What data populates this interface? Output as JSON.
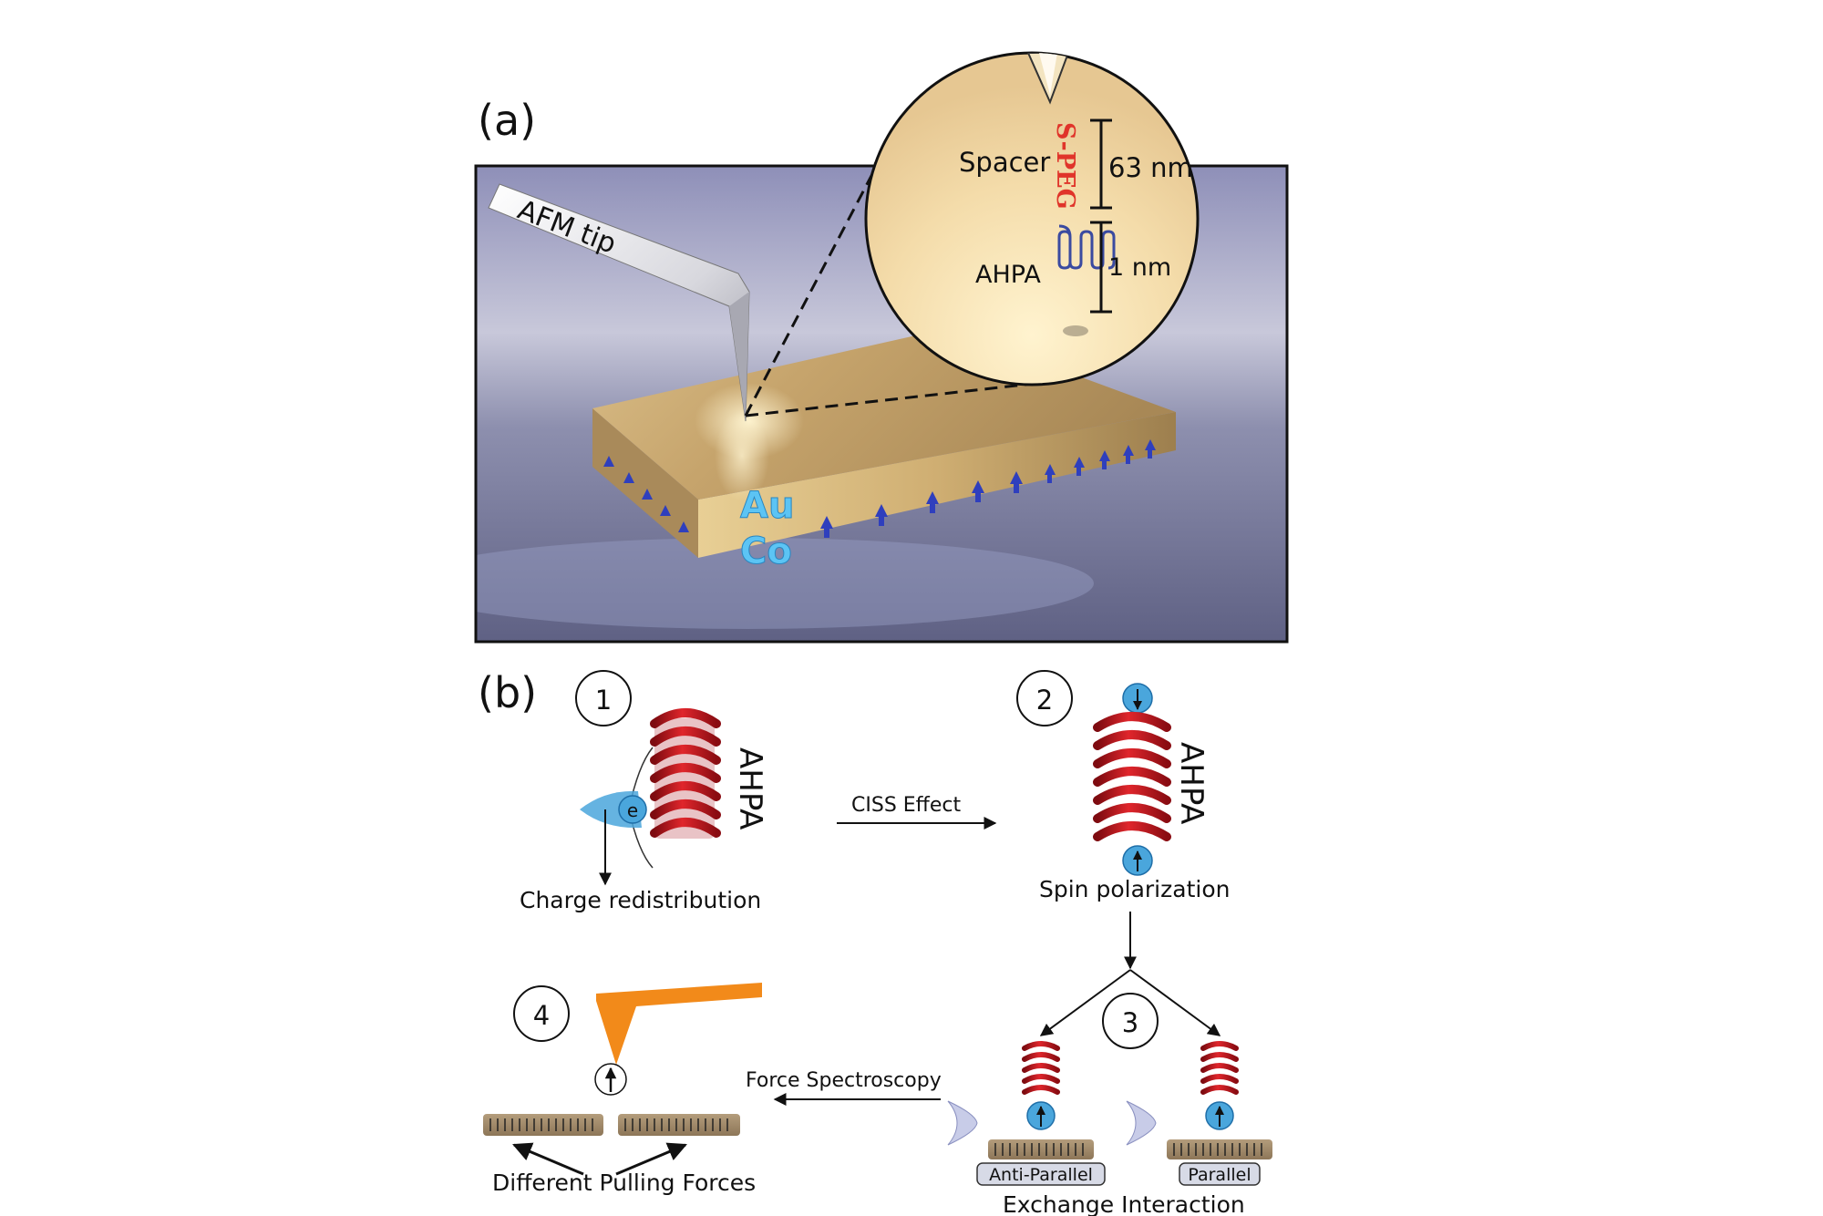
{
  "panel_a": {
    "label": "(a)",
    "afm_tip_label": "AFM tip",
    "au_label": "Au",
    "co_label": "Co",
    "inset": {
      "spacer_label": "Spacer",
      "speg_label": "S-PEG",
      "spacer_length": "63 nm",
      "ahpa_label": "AHPA",
      "ahpa_length": "1 nm"
    }
  },
  "panel_b": {
    "label": "(b)",
    "step1": {
      "number": "1",
      "molecule_label": "AHPA",
      "electron_label": "e",
      "caption": "Charge redistribution"
    },
    "arrow_1_2_label": "CISS Effect",
    "step2": {
      "number": "2",
      "molecule_label": "AHPA",
      "caption": "Spin polarization"
    },
    "step3": {
      "number": "3",
      "anti_parallel_label": "Anti-Parallel",
      "parallel_label": "Parallel",
      "caption": "Exchange Interaction"
    },
    "arrow_3_4_label": "Force Spectroscopy",
    "step4": {
      "number": "4",
      "caption": "Different Pulling Forces"
    }
  },
  "colors": {
    "gold": "#c9a86a",
    "cobalt_blue": "#4fb4e8",
    "helix_red": "#c8161d",
    "spin_blue": "#4aa6dc",
    "afm_orange": "#f28a1a",
    "speg_red": "#e0342a",
    "ahpa_blue": "#3a4aa0"
  }
}
